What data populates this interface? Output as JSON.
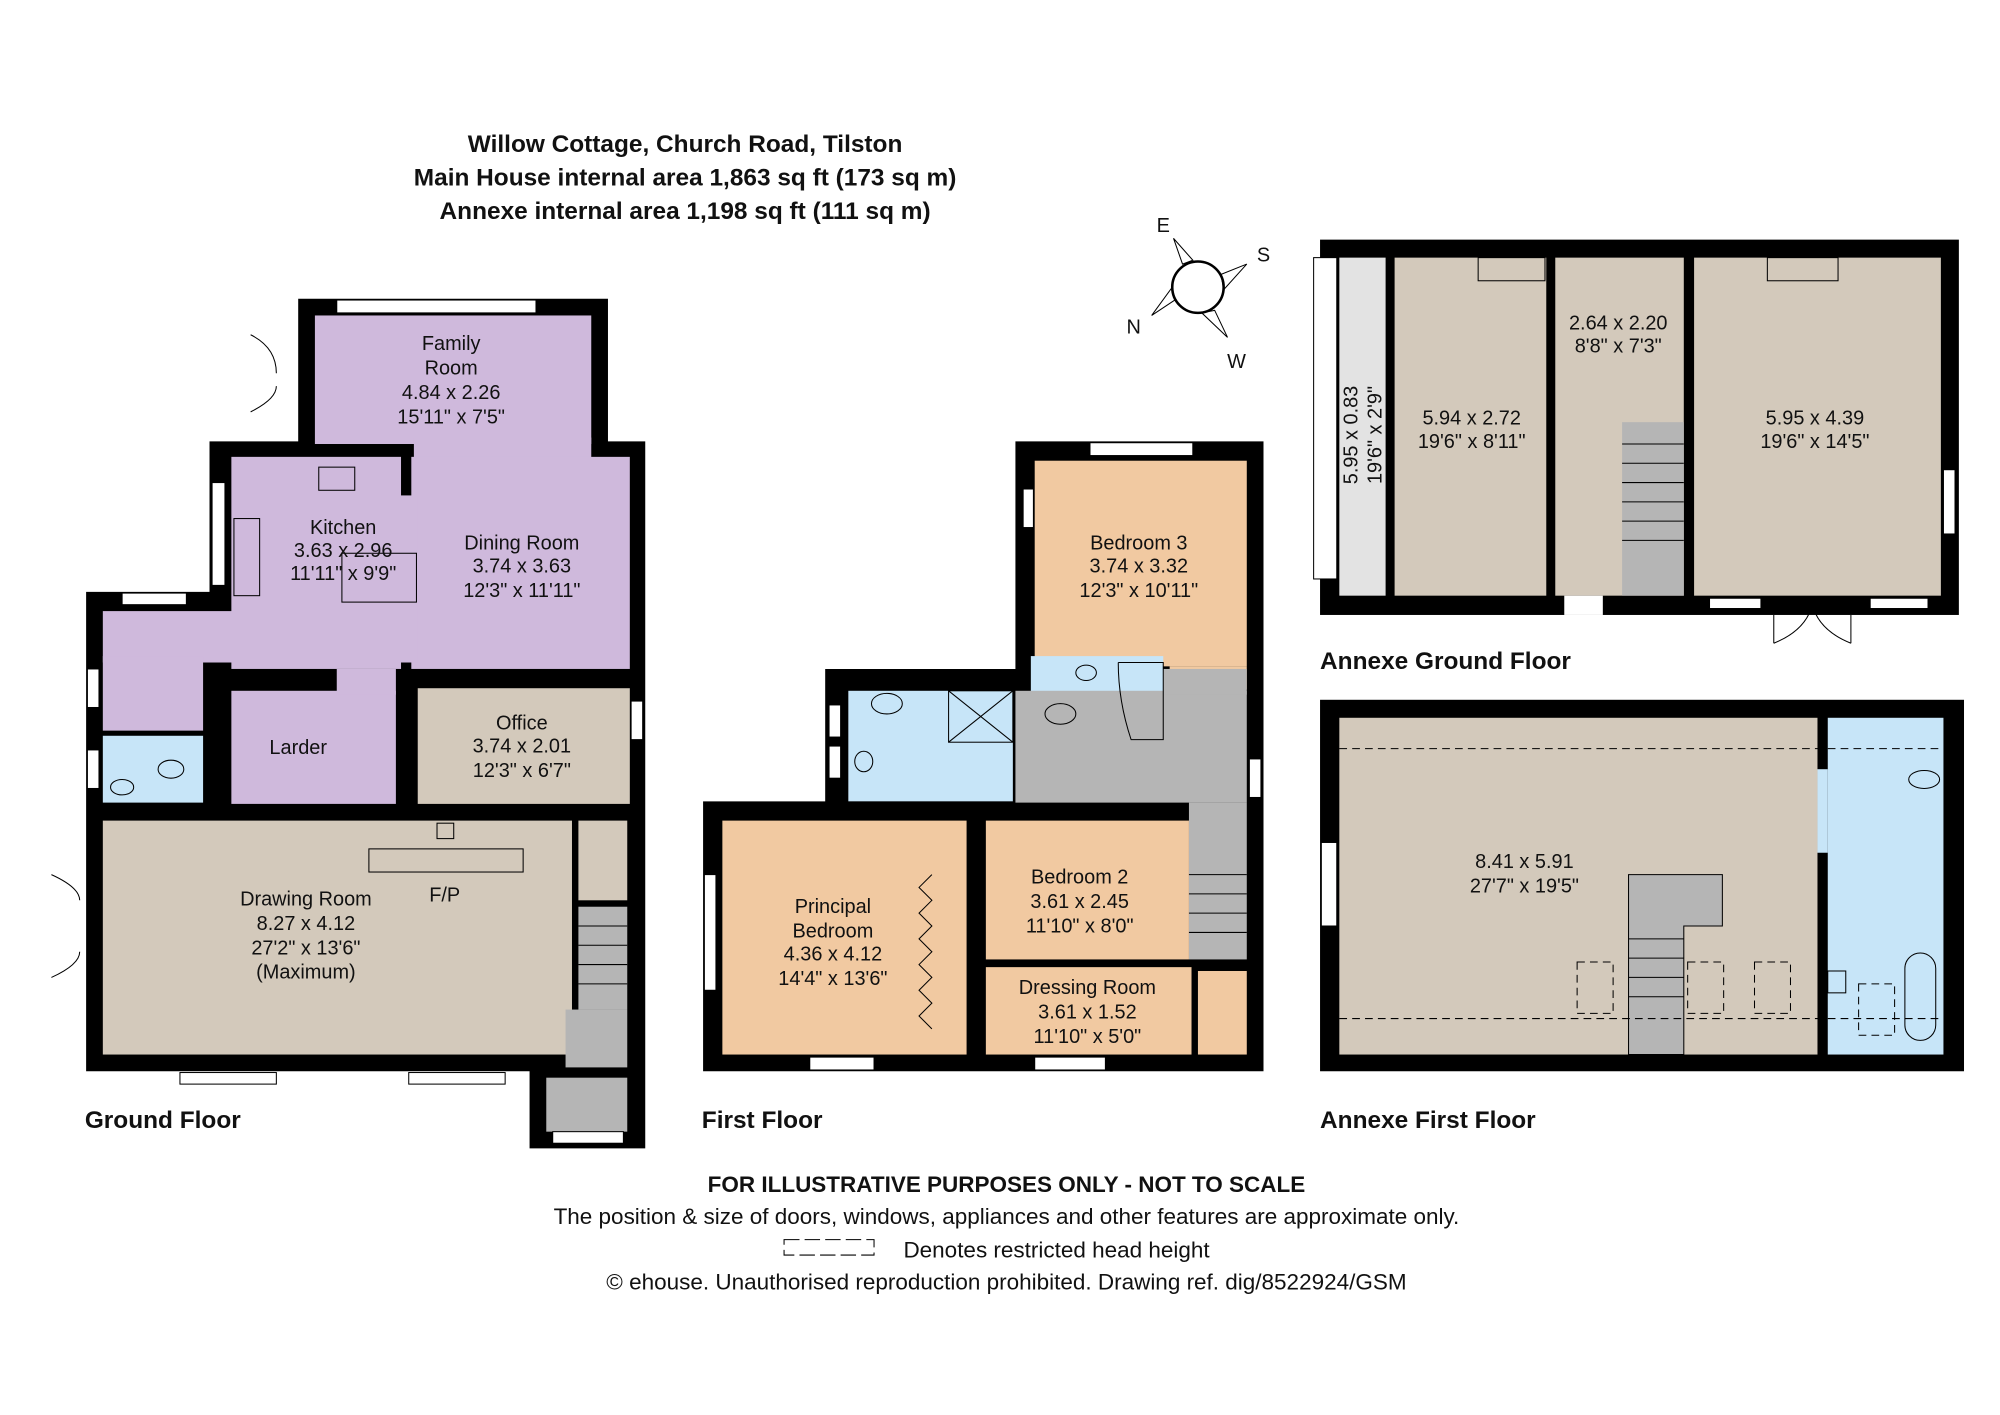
{
  "header": {
    "title": "Willow Cottage, Church Road, Tilston",
    "main_area": "Main House internal area 1,863 sq ft (173 sq m)",
    "annexe_area": "Annexe internal area 1,198 sq ft (111 sq m)"
  },
  "compass": {
    "e": "E",
    "s": "S",
    "n": "N",
    "w": "W"
  },
  "colors": {
    "purple": "#cfb9dc",
    "beige": "#d3c9bb",
    "orange": "#f1c9a1",
    "blue": "#c7e5f8",
    "grey": "#b5b5b5",
    "light_grey": "#e3e3e3"
  },
  "ground_floor": {
    "label": "Ground Floor",
    "family_room": {
      "name1": "Family",
      "name2": "Room",
      "metric": "4.84 x 2.26",
      "imperial": "15'11\" x 7'5\""
    },
    "kitchen": {
      "name": "Kitchen",
      "metric": "3.63 x 2.96",
      "imperial": "11'11\" x 9'9\""
    },
    "dining_room": {
      "name": "Dining Room",
      "metric": "3.74 x 3.63",
      "imperial": "12'3\" x 11'11\""
    },
    "larder": {
      "name": "Larder"
    },
    "office": {
      "name": "Office",
      "metric": "3.74 x 2.01",
      "imperial": "12'3\" x 6'7\""
    },
    "drawing_room": {
      "name": "Drawing Room",
      "metric": "8.27 x 4.12",
      "imperial": "27'2\" x 13'6\"",
      "note": "(Maximum)"
    },
    "fireplace": "F/P"
  },
  "first_floor": {
    "label": "First Floor",
    "bedroom3": {
      "name": "Bedroom 3",
      "metric": "3.74 x 3.32",
      "imperial": "12'3\" x 10'11\""
    },
    "principal": {
      "name1": "Principal",
      "name2": "Bedroom",
      "metric": "4.36 x 4.12",
      "imperial": "14'4\" x 13'6\""
    },
    "bedroom2": {
      "name": "Bedroom 2",
      "metric": "3.61 x 2.45",
      "imperial": "11'10\" x 8'0\""
    },
    "dressing": {
      "name": "Dressing Room",
      "metric": "3.61 x 1.52",
      "imperial": "11'10\" x 5'0\""
    }
  },
  "annexe_ground": {
    "label": "Annexe Ground Floor",
    "store": {
      "metric": "5.95 x 0.83",
      "imperial": "19'6\" x 2'9\""
    },
    "room1": {
      "metric": "5.94 x 2.72",
      "imperial": "19'6\" x 8'11\""
    },
    "hall": {
      "metric": "2.64 x 2.20",
      "imperial": "8'8\" x 7'3\""
    },
    "room2": {
      "metric": "5.95 x 4.39",
      "imperial": "19'6\" x 14'5\""
    }
  },
  "annexe_first": {
    "label": "Annexe First Floor",
    "room": {
      "metric": "8.41 x 5.91",
      "imperial": "27'7\" x 19'5\""
    }
  },
  "footer": {
    "disclaimer": "FOR ILLUSTRATIVE PURPOSES ONLY - NOT TO SCALE",
    "approx": "The position & size of doors, windows, appliances and other features are approximate only.",
    "legend": "Denotes restricted head height",
    "copyright": "© ehouse. Unauthorised reproduction prohibited. Drawing ref. dig/8522924/GSM"
  }
}
